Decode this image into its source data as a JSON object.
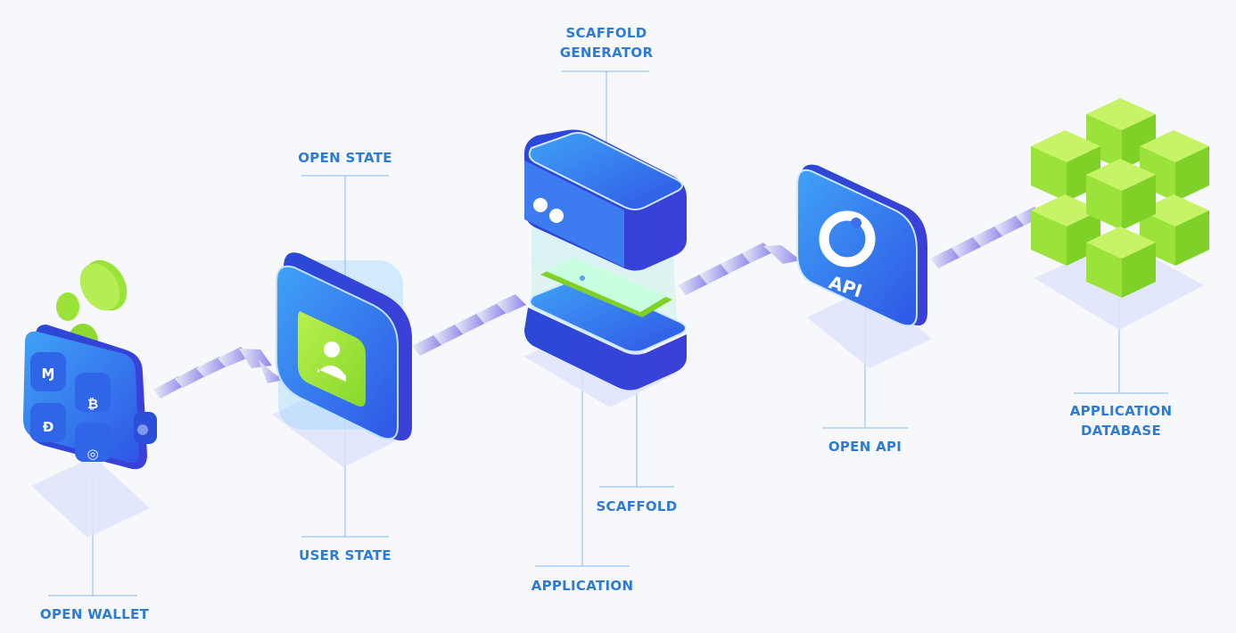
{
  "labels": {
    "open_wallet": "OPEN WALLET",
    "open_state": "OPEN STATE",
    "user_state": "USER STATE",
    "scaffold_generator_line1": "SCAFFOLD",
    "scaffold_generator_line2": "GENERATOR",
    "scaffold": "SCAFFOLD",
    "application": "APPLICATION",
    "open_api": "OPEN API",
    "application_database_line1": "APPLICATION",
    "application_database_line2": "DATABASE"
  },
  "api_badge": "API",
  "wallet_coins": {
    "top_left": "Ɱ",
    "top_right": "₿",
    "bottom_left": "Đ",
    "bottom_right": "◎"
  },
  "colors": {
    "blue_dark": "#2f5fe8",
    "blue_light": "#3ea0f5",
    "green": "#9be33a",
    "green_dark": "#6fc21e",
    "label": "#2d7bd6",
    "leader_line": "#9cc6ee",
    "arrow_light": "#dfe7f7",
    "arrow_dark": "#8f86e9",
    "shadow": "#dfe4fa"
  }
}
